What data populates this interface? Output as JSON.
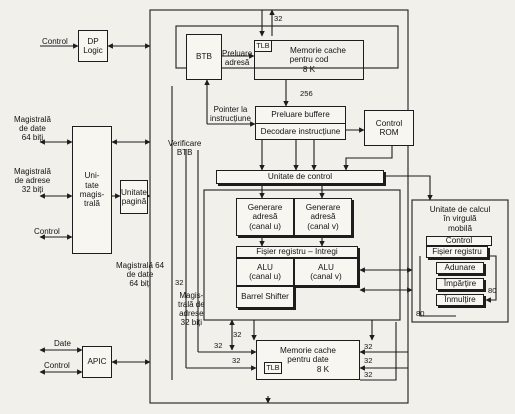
{
  "blocks": {
    "dp_logic": [
      "DP",
      "Logic"
    ],
    "btb": "BTB",
    "tlb_code": "TLB",
    "cache_code": [
      "Memorie cache",
      "pentru cod",
      "8 K"
    ],
    "prefetch_buffers": "Preluare buffere",
    "decode": "Decodare instrucțiune",
    "control_rom": [
      "Control",
      "ROM"
    ],
    "bus_unit": [
      "Uni-",
      "tate",
      "magis-",
      "trală"
    ],
    "page_unit": [
      "Unitate",
      "pagină"
    ],
    "control_unit": "Unitate de control",
    "addr_gen_u": [
      "Generare",
      "adresă",
      "(canal u)"
    ],
    "addr_gen_v": [
      "Generare",
      "adresă",
      "(canal v)"
    ],
    "int_regfile": "Fișier registru – Intregi",
    "alu_u": [
      "ALU",
      "(canal u)"
    ],
    "alu_v": [
      "ALU",
      "(canal v)"
    ],
    "barrel_shifter": "Barrel Shifter",
    "fpu": [
      "Unitate de calcul",
      "în virgulă",
      "mobilă"
    ],
    "fpu_control": "Control",
    "fpu_regfile": "Fișier registru",
    "adder": "Adunare",
    "divider": "Împărțire",
    "multiplier": "Înmulțire",
    "cache_data": [
      "Memorie cache",
      "pentru date",
      "8 K"
    ],
    "tlb_data": "TLB",
    "apic": "APIC"
  },
  "labels": {
    "control_dp": "Control",
    "data_bus_64": [
      "Magistrală",
      "de date",
      "64 biți"
    ],
    "addr_bus_32": [
      "Magistrală",
      "de adrese",
      "32 biți"
    ],
    "control_bus": "Control",
    "prefetch_addr": [
      "Preluare",
      "adresă"
    ],
    "instr_pointer": [
      "Pointer la",
      "instrucțiune"
    ],
    "btb_check": [
      "Verificare",
      "BTB"
    ],
    "internal_data_bus": [
      "Magistrală 64",
      "de date",
      "64 biți"
    ],
    "internal_addr_bus": [
      "Magis-",
      "trală de",
      "adrese",
      "32 biți"
    ],
    "apic_data": "Date",
    "apic_control": "Control"
  },
  "widths": {
    "w_top_32": "32",
    "w_256": "256",
    "w_32_side": "32",
    "w_32_a": "32",
    "w_32_b": "32",
    "w_32_c": "32",
    "w_32_d": "32",
    "w_32_e": "32",
    "w_32_f": "32",
    "w_80_a": "80",
    "w_80_b": "80"
  }
}
